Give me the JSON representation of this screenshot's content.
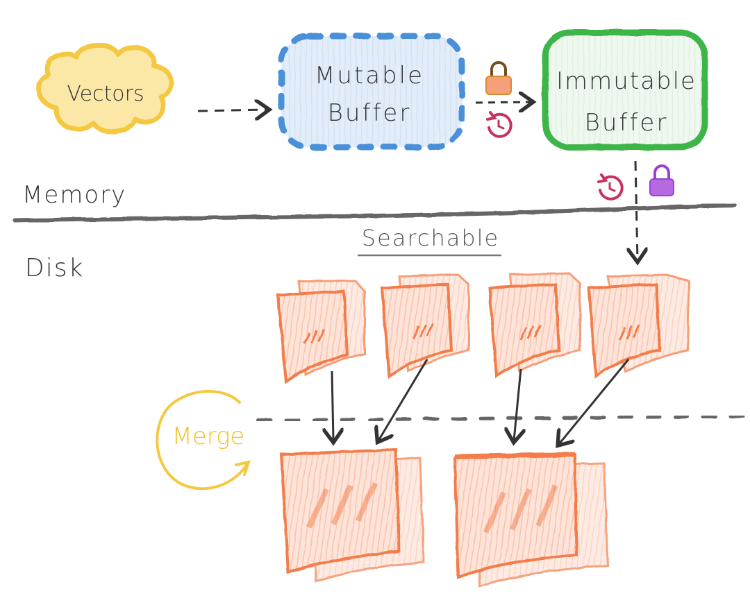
{
  "nodes": {
    "vectors": "Vectors",
    "mutable_buffer": [
      "Mutable",
      "Buffer"
    ],
    "immutable_buffer": [
      "Immutable",
      "Buffer"
    ]
  },
  "regions": {
    "memory": "Memory",
    "disk": "Disk"
  },
  "labels": {
    "searchable": "Searchable",
    "merge": "Merge"
  },
  "colors": {
    "vectors": "#f5c842",
    "mutable_buffer_border": "#4a90d9",
    "mutable_buffer_fill": "#dce9f8",
    "immutable_buffer_border": "#3cb54a",
    "immutable_buffer_fill": "#eaf7ec",
    "segment": "#f47c4a",
    "segment_fill": "#fde3d8",
    "merge": "#f5c842",
    "lock_orange": "#d98a2e",
    "lock_purple": "#9b3fd6",
    "refresh_icon": "#c8325e",
    "divider": "#666666",
    "arrow": "#333333"
  },
  "icons": [
    "lock-icon",
    "refresh-icon"
  ]
}
